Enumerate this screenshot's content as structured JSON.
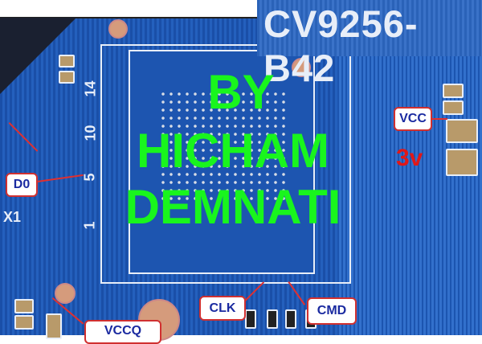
{
  "board_marking": "CV9256-B42",
  "watermark": [
    "BY",
    "HICHAM",
    "DEMNATI"
  ],
  "labels": {
    "d0": "D0",
    "vcc": "VCC",
    "voltage": "3v",
    "clk": "CLK",
    "cmd": "CMD",
    "vccq": "VCCQ"
  },
  "silkscreen": {
    "pins": [
      "14",
      "10",
      "5",
      "1"
    ],
    "x1": "X1"
  },
  "colors": {
    "watermark": "#19f51d",
    "label_border": "#d03030",
    "voltage": "#e01818"
  }
}
